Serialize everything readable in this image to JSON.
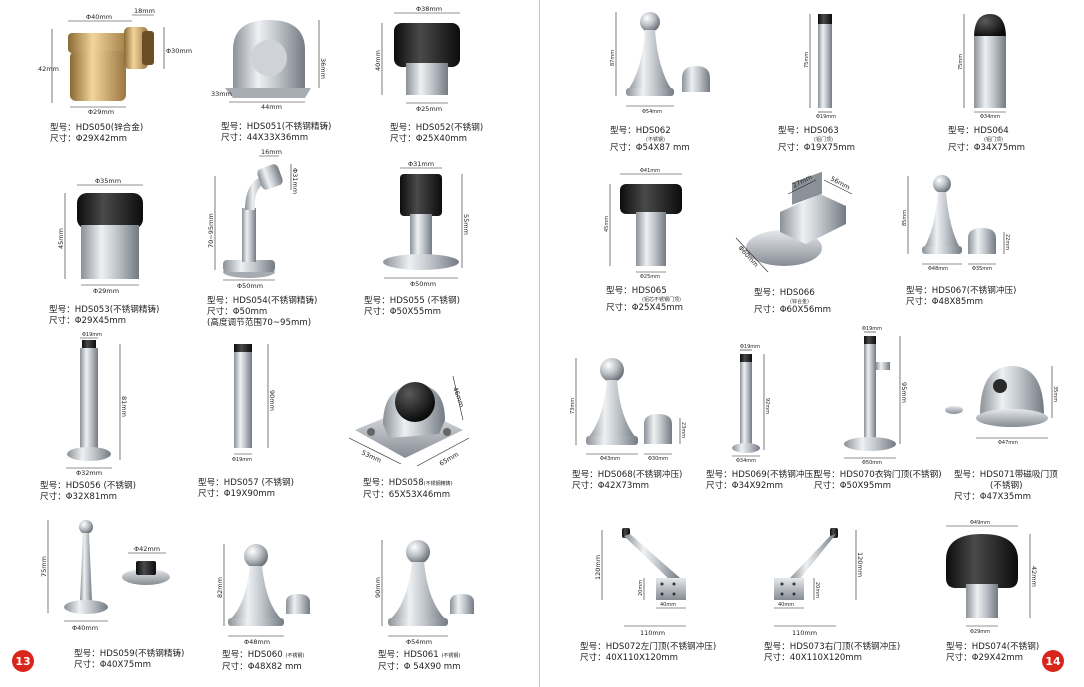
{
  "page_numbers": {
    "left": "13",
    "right": "14"
  },
  "products": {
    "hds050": {
      "model": "型号：HDS050(锌合金)",
      "size": "尺寸：Φ29X42mm",
      "d1": "Φ40mm",
      "d2": "18mm",
      "d3": "Φ30mm",
      "d4": "42mm",
      "d5": "Φ29mm"
    },
    "hds051": {
      "model": "型号：HDS051(不锈钢精铸)",
      "size": "尺寸：44X33X36mm",
      "d1": "36mm",
      "d2": "44mm",
      "d3": "33mm"
    },
    "hds052": {
      "model": "型号：HDS052(不锈钢)",
      "size": "尺寸：Φ25X40mm",
      "d1": "Φ38mm",
      "d2": "40mm",
      "d3": "Φ25mm"
    },
    "hds053": {
      "model": "型号：HDS053(不锈钢精铸)",
      "size": "尺寸：Φ29X45mm",
      "d1": "Φ35mm",
      "d2": "45mm",
      "d3": "Φ29mm"
    },
    "hds054": {
      "model": "型号：HDS054(不锈钢精铸)",
      "size": "尺寸：Φ50mm",
      "extra": "(高度调节范围70~95mm)",
      "d1": "16mm",
      "d2": "Φ31mm",
      "d3": "70~95mm",
      "d4": "Φ50mm"
    },
    "hds055": {
      "model": "型号：HDS055 (不锈钢)",
      "size": "尺寸：Φ50X55mm",
      "d1": "Φ31mm",
      "d2": "55mm",
      "d3": "Φ50mm"
    },
    "hds056": {
      "model": "型号：HDS056 (不锈钢)",
      "size": "尺寸：Φ32X81mm",
      "d1": "Φ19mm",
      "d2": "81mm",
      "d3": "Φ32mm"
    },
    "hds057": {
      "model": "型号：HDS057 (不锈钢)",
      "size": "尺寸：Φ19X90mm",
      "d1": "90mm",
      "d2": "Φ19mm"
    },
    "hds058": {
      "model": "型号：HDS058",
      "model_note": "(不锈钢精铸)",
      "size": "尺寸：65X53X46mm",
      "d1": "46mm",
      "d2": "53mm",
      "d3": "65mm"
    },
    "hds059": {
      "model": "型号：HDS059(不锈钢精铸)",
      "size": "尺寸：Φ40X75mm",
      "d1": "75mm",
      "d2": "Φ42mm",
      "d3": "Φ40mm"
    },
    "hds060": {
      "model": "型号：HDS060",
      "model_note": "(不锈钢)",
      "size": "尺寸：Φ48X82 mm",
      "d1": "82mm",
      "d2": "Φ48mm"
    },
    "hds061": {
      "model": "型号：HDS061",
      "model_note": "(不锈钢)",
      "size": "尺寸：Φ 54X90 mm",
      "d1": "90mm",
      "d2": "Φ54mm"
    },
    "hds062": {
      "model": "型号：HDS062",
      "note": "(不锈钢)",
      "size": "尺寸：Φ54X87 mm",
      "d1": "87mm",
      "d2": "Φ54mm"
    },
    "hds063": {
      "model": "型号：HDS063",
      "note": "(铝门顶)",
      "size": "尺寸：Φ19X75mm",
      "d1": "75mm",
      "d2": "Φ19mm"
    },
    "hds064": {
      "model": "型号：HDS064",
      "note": "(铝门顶)",
      "size": "尺寸：Φ34X75mm",
      "d1": "75mm",
      "d2": "Φ34mm"
    },
    "hds065": {
      "model": "型号：HDS065",
      "note": "(铝芯不锈钢门顶)",
      "size": "尺寸：Φ25X45mm",
      "d1": "Φ41mm",
      "d2": "45mm",
      "d3": "Φ25mm"
    },
    "hds066": {
      "model": "型号：HDS066",
      "note": "(锌合金)",
      "size": "尺寸：Φ60X56mm",
      "d1": "27mm",
      "d2": "56mm",
      "d3": "Φ60mm"
    },
    "hds067": {
      "model": "型号：HDS067(不锈钢冲压)",
      "size": "尺寸：Φ48X85mm",
      "d1": "85mm",
      "d2": "Φ48mm",
      "d3": "Φ35mm",
      "d4": "22mm"
    },
    "hds068": {
      "model": "型号：HDS068(不锈钢冲压)",
      "size": "尺寸：Φ42X73mm",
      "d1": "73mm",
      "d2": "Φ43mm",
      "d3": "Φ30mm",
      "d4": "23mm"
    },
    "hds069": {
      "model": "型号：HDS069(不锈钢冲压)",
      "size": "尺寸：Φ34X92mm",
      "d1": "Φ19mm",
      "d2": "92mm",
      "d3": "Φ34mm"
    },
    "hds070": {
      "model": "型号：HDS070衣钩门顶(不锈钢)",
      "size": "尺寸：Φ50X95mm",
      "d1": "Φ19mm",
      "d2": "95mm",
      "d3": "Φ50mm"
    },
    "hds071": {
      "model": "型号：HDS071带磁吸门顶",
      "model2": "(不锈钢)",
      "size": "尺寸：Φ47X35mm",
      "d1": "35mm",
      "d2": "Φ47mm"
    },
    "hds072": {
      "model": "型号：HDS072左门顶(不锈钢冲压)",
      "size": "尺寸：40X110X120mm",
      "d1": "120mm",
      "d2": "20mm",
      "d3": "40mm",
      "d4": "110mm"
    },
    "hds073": {
      "model": "型号：HDS073右门顶(不锈钢冲压)",
      "size": "尺寸：40X110X120mm",
      "d1": "120mm",
      "d2": "40mm",
      "d3": "20mm",
      "d4": "110mm"
    },
    "hds074": {
      "model": "型号：HDS074(不锈钢)",
      "size": "尺寸：Φ29X42mm",
      "d1": "Φ49mm",
      "d2": "42mm",
      "d3": "Φ29mm"
    }
  },
  "colors": {
    "steel": "#b9bec4",
    "steel_dark": "#7d848c",
    "rubber": "#1e1e1e",
    "gold": "#c8a060",
    "badge": "#d9261c"
  }
}
